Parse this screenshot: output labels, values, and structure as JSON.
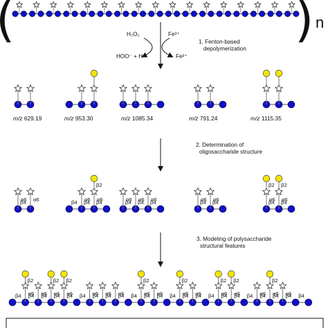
{
  "steps": [
    {
      "label_line1": "1. Fenton-based",
      "label_line2": "depolymerization"
    },
    {
      "label_line1": "2. Determination of",
      "label_line2": "oligosaccharide structure"
    },
    {
      "label_line1": "3. Modeling of polysaccharide",
      "label_line2": "structural features"
    }
  ],
  "polymer_repeat_label": "n",
  "reagents": {
    "h2o2": "H₂O₂",
    "fe3": "Fe³⁺",
    "hoo": "HOO⁻ + H⁺",
    "fe2": "Fe²⁺"
  },
  "oligosaccharides": [
    {
      "mz_prefix": "m/z",
      "mz_value": "629.19"
    },
    {
      "mz_prefix": "m/z",
      "mz_value": "953.30"
    },
    {
      "mz_prefix": "m/z",
      "mz_value": "1085.34"
    },
    {
      "mz_prefix": "m/z",
      "mz_value": "791.24"
    },
    {
      "mz_prefix": "m/z",
      "mz_value": "1115.35"
    }
  ],
  "linkages": {
    "alpha6": "α6",
    "beta4": "β4",
    "beta2": "β2"
  },
  "colors": {
    "glucose": "#1010c8",
    "galactose": "#f2e600",
    "xylose_fill": "#ffffff",
    "line": "#777777"
  },
  "icons": [
    "glucose-circle-icon",
    "xylose-star-icon",
    "galactose-circle-icon",
    "arrow-down-icon"
  ]
}
